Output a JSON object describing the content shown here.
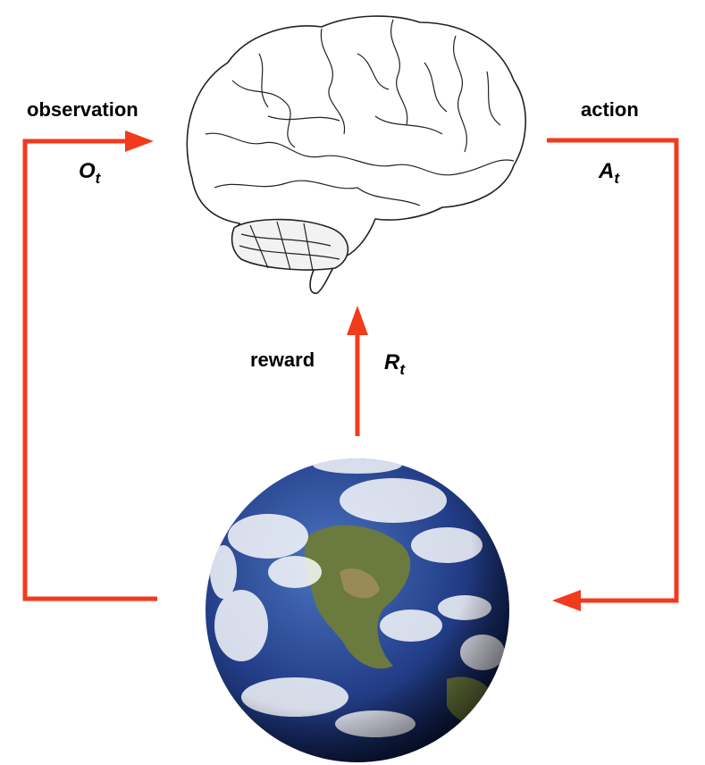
{
  "labels": {
    "observation": "observation",
    "action": "action",
    "reward": "reward"
  },
  "symbols": {
    "observation": {
      "base": "O",
      "sub": "t"
    },
    "action": {
      "base": "A",
      "sub": "t"
    },
    "reward": {
      "base": "R",
      "sub": "t"
    }
  },
  "colors": {
    "arrow": "#f23a1c",
    "ocean": "#1f3f86",
    "text": "#000000"
  },
  "images": {
    "agent": "brain-icon",
    "environment": "earth-icon"
  }
}
